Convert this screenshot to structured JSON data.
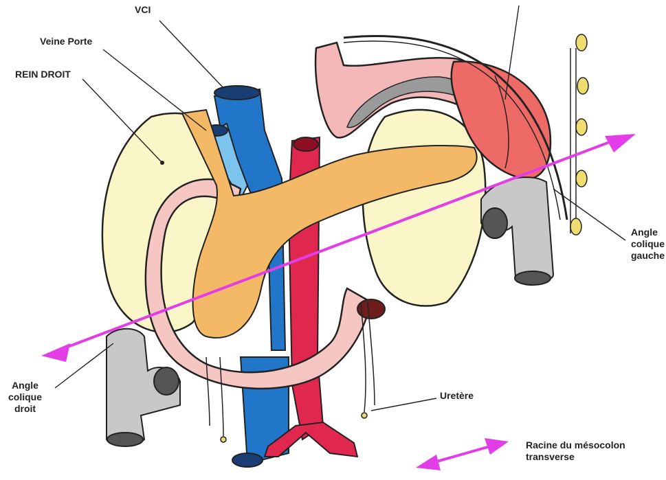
{
  "labels": {
    "vci": "VCI",
    "veine_porte": "Veine Porte",
    "rein_droit": "REIN DROIT",
    "angle_colique_gauche": [
      "Angle",
      "colique",
      "gauche"
    ],
    "angle_colique_droit": [
      "Angle",
      "colique",
      "droit"
    ],
    "uretere": "Uretère",
    "racine_mesocolon": [
      "Racine du mésocolon",
      "transverse"
    ]
  },
  "colors": {
    "kidney": "#fbf6c8",
    "vein": "#2176c9",
    "vein_light": "#7cc4ee",
    "artery": "#e0284f",
    "pancreas": "#f4b966",
    "duodenum": "#f6c6c2",
    "stomach_pink": "#f5b8b8",
    "spleen": "#ee6a66",
    "colon": "#c8c8c8",
    "mesocolon_arrow": "#e23de6",
    "node": "#f0dd70",
    "ureter": "#e8d97a"
  }
}
